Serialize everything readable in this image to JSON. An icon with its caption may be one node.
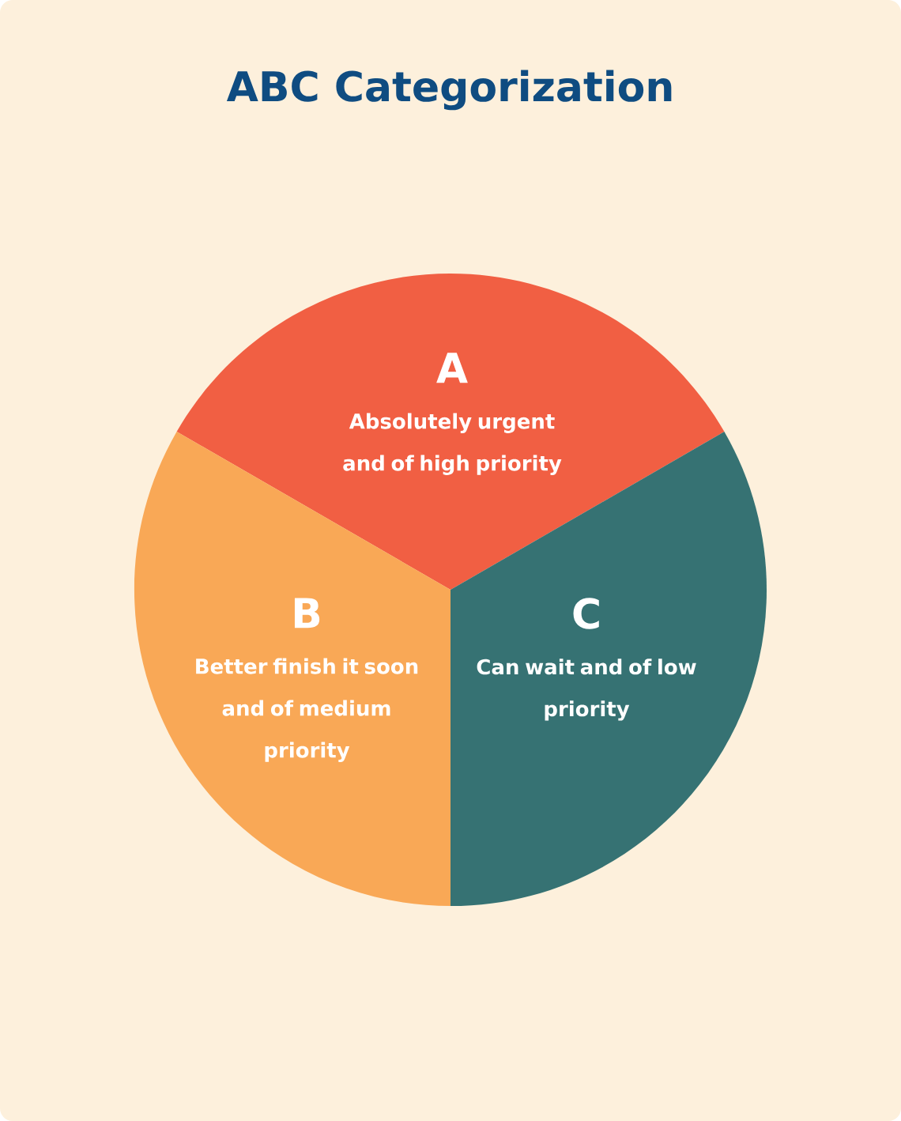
{
  "diagram": {
    "title": "ABC Categorization",
    "nodes": [
      {
        "text": [
          "A",
          "Absolutely urgent and of high priority"
        ]
      },
      {
        "text": [
          "B",
          "Better finish it soon and of medium priority"
        ]
      },
      {
        "text": [
          "C",
          "Can wait and of low priority"
        ]
      }
    ]
  }
}
